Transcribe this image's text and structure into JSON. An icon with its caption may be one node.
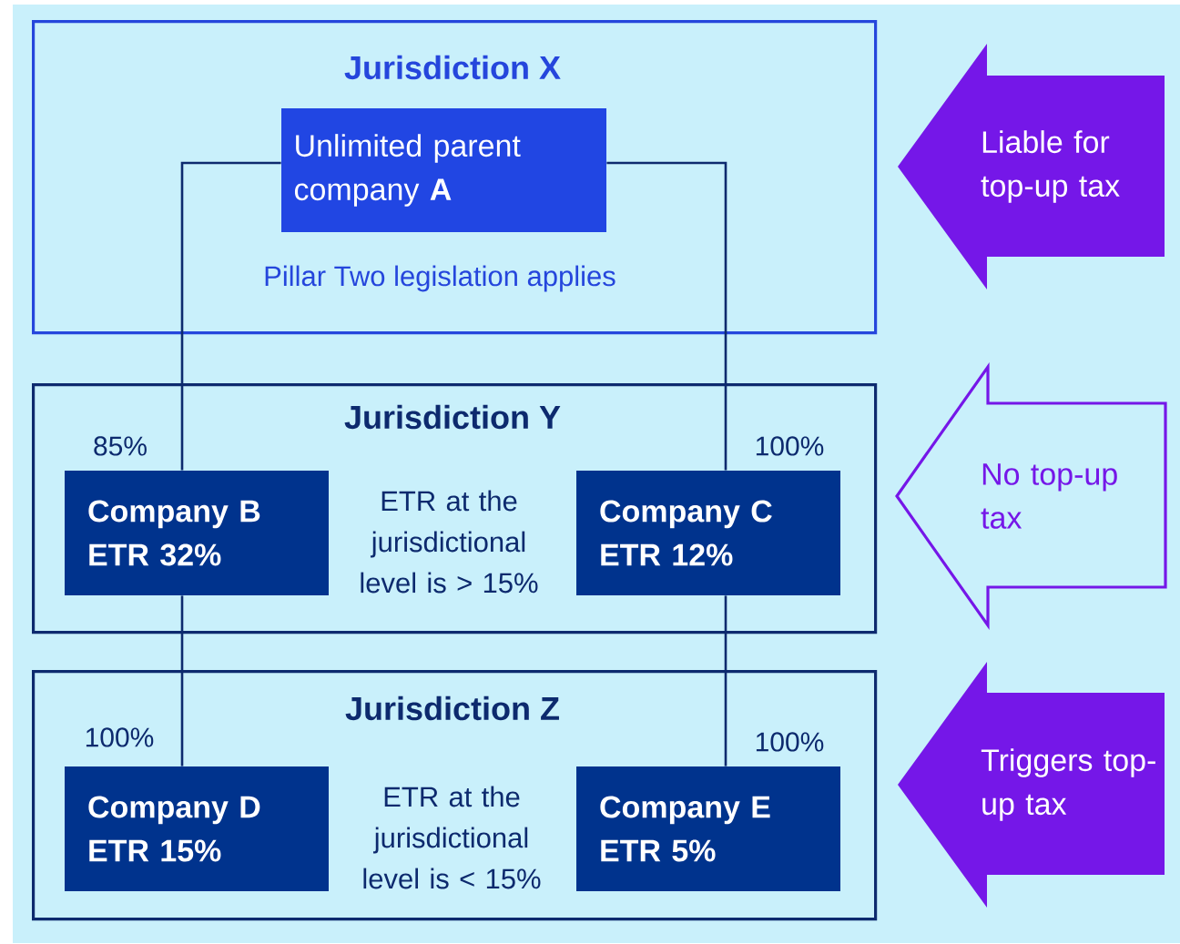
{
  "diagram": {
    "nodes": [
      {
        "text": [
          "Jurisdiction X",
          "Pillar Two legislation applies"
        ]
      },
      {
        "text": [
          "Unlimited parent company **A**"
        ],
        "in": 0
      },
      {
        "text": [
          "Jurisdiction Y",
          "ETR at the jurisdictional level is > 15%"
        ]
      },
      {
        "text": [
          "Company B ETR 32%"
        ],
        "in": 2
      },
      {
        "text": [
          "Company C ETR 12%"
        ],
        "in": 2
      },
      {
        "text": [
          "Jurisdiction Z",
          "ETR at the jurisdictional level is < 15%"
        ]
      },
      {
        "text": [
          "Company D ETR 15%"
        ],
        "in": 5
      },
      {
        "text": [
          "Company E ETR 5%"
        ],
        "in": 5
      },
      {
        "text": [
          "Liable for top-up tax"
        ]
      },
      {
        "text": [
          "No top-up tax"
        ]
      },
      {
        "text": [
          "Triggers top-up tax"
        ]
      }
    ],
    "edges": [
      {
        "from": 1,
        "to": 3,
        "arrow": "none",
        "label": "85%"
      },
      {
        "from": 1,
        "to": 4,
        "arrow": "none",
        "label": "100%"
      },
      {
        "from": 3,
        "to": 6,
        "arrow": "none",
        "label": "100%"
      },
      {
        "from": 4,
        "to": 7,
        "arrow": "none",
        "label": "100%"
      }
    ]
  }
}
